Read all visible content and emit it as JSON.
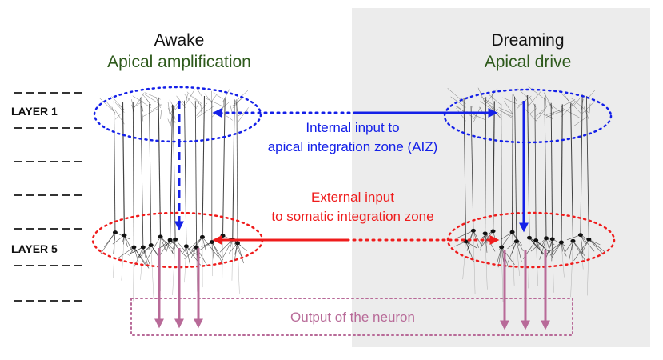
{
  "awake": {
    "title": "Awake",
    "subtitle": "Apical amplification"
  },
  "dreaming": {
    "title": "Dreaming",
    "subtitle": "Apical drive"
  },
  "layers": {
    "layer1": "LAYER 1",
    "layer5": "LAYER 5"
  },
  "internal_input": {
    "line1": "Internal input to",
    "line2": "apical integration zone (AIZ)"
  },
  "external_input": {
    "line1": "External input",
    "line2": "to somatic integration zone"
  },
  "output_label": "Output of the neuron",
  "colors": {
    "title": "#111111",
    "subtitle": "#2e5a1c",
    "internal": "#1420e8",
    "external": "#ef1c1c",
    "output": "#b86a98",
    "neuron": "#222222",
    "dream_panel": "#ececec"
  }
}
